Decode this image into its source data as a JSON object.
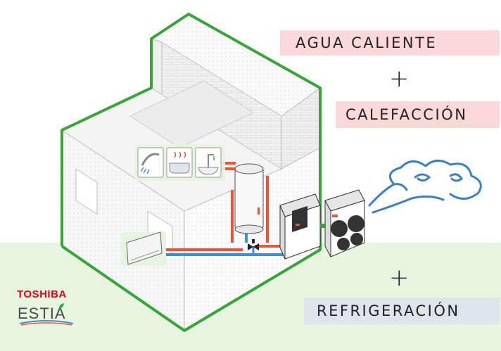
{
  "labels": {
    "hot_water": "AGUA CALIENTE",
    "heating": "CALEFACCIÓN",
    "cooling": "REFRIGERACIÓN",
    "plus": "+"
  },
  "brand": {
    "company": "TOSHIBA",
    "product": "ESTIA"
  },
  "colors": {
    "house_outline": "#3aa33a",
    "hot_pipe": "#e8553a",
    "cold_pipe": "#3d8fd6",
    "label_hot_bg": "#fbd9d9",
    "label_cool_bg": "#dde6ec",
    "floor_green": "#e6f4e0",
    "air_swirl": "#3b7fc4",
    "brand_red": "#e60012"
  },
  "icons": [
    "shower-icon",
    "bathtub-icon",
    "sink-icon",
    "water-tank-icon",
    "indoor-hydro-unit-icon",
    "outdoor-heat-pump-icon",
    "wall-fan-coil-icon",
    "air-swirl-icon"
  ]
}
